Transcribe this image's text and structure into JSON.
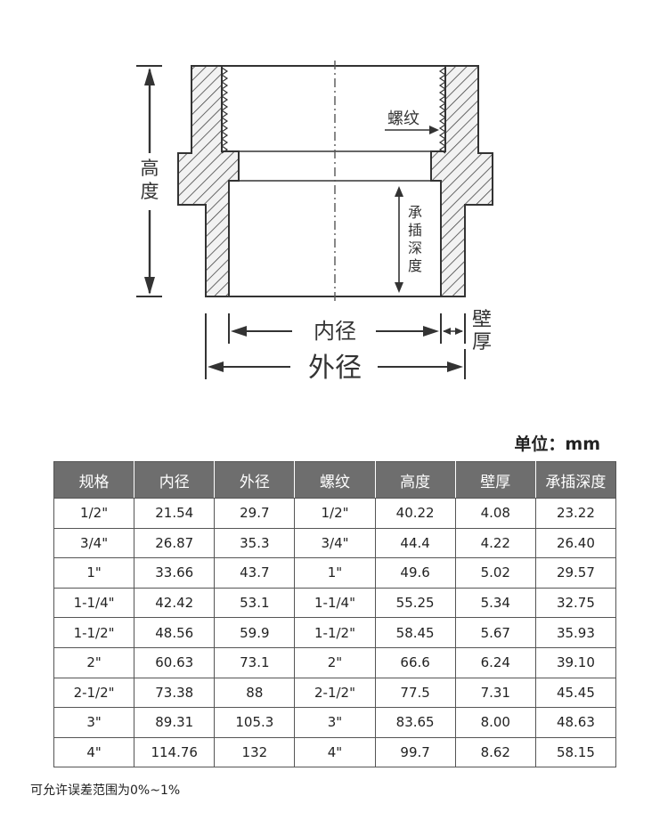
{
  "diagram": {
    "labels": {
      "height": "高度",
      "thread": "螺纹",
      "socket_depth": "承插深度",
      "inner_diameter": "内径",
      "outer_diameter": "外径",
      "wall_thickness": "壁厚"
    }
  },
  "unit_label": "单位：mm",
  "table": {
    "headers": [
      "规格",
      "内径",
      "外径",
      "螺纹",
      "高度",
      "壁厚",
      "承插深度"
    ],
    "rows": [
      [
        "1/2\"",
        "21.54",
        "29.7",
        "1/2\"",
        "40.22",
        "4.08",
        "23.22"
      ],
      [
        "3/4\"",
        "26.87",
        "35.3",
        "3/4\"",
        "44.4",
        "4.22",
        "26.40"
      ],
      [
        "1\"",
        "33.66",
        "43.7",
        "1\"",
        "49.6",
        "5.02",
        "29.57"
      ],
      [
        "1-1/4\"",
        "42.42",
        "53.1",
        "1-1/4\"",
        "55.25",
        "5.34",
        "32.75"
      ],
      [
        "1-1/2\"",
        "48.56",
        "59.9",
        "1-1/2\"",
        "58.45",
        "5.67",
        "35.93"
      ],
      [
        "2\"",
        "60.63",
        "73.1",
        "2\"",
        "66.6",
        "6.24",
        "39.10"
      ],
      [
        "2-1/2\"",
        "73.38",
        "88",
        "2-1/2\"",
        "77.5",
        "7.31",
        "45.45"
      ],
      [
        "3\"",
        "89.31",
        "105.3",
        "3\"",
        "83.65",
        "8.00",
        "48.63"
      ],
      [
        "4\"",
        "114.76",
        "132",
        "4\"",
        "99.7",
        "8.62",
        "58.15"
      ]
    ]
  },
  "note": "可允许误差范围为0%~1%"
}
